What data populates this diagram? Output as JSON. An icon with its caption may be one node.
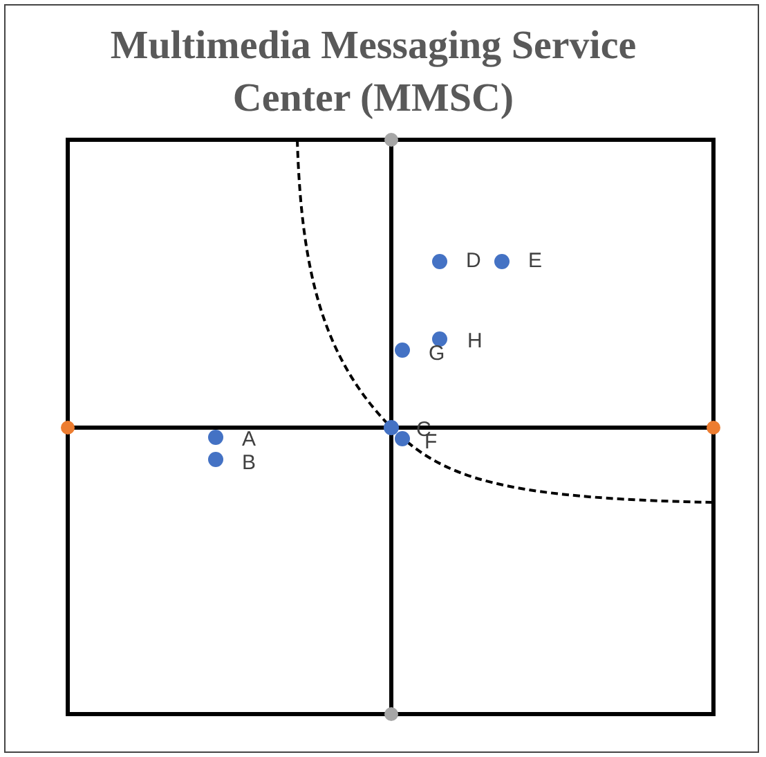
{
  "diagram": {
    "title": "Multimedia Messaging Service Center (MMSC)",
    "labels": [
      "D",
      "E",
      "H",
      "G",
      "C",
      "A",
      "F",
      "B"
    ]
  }
}
